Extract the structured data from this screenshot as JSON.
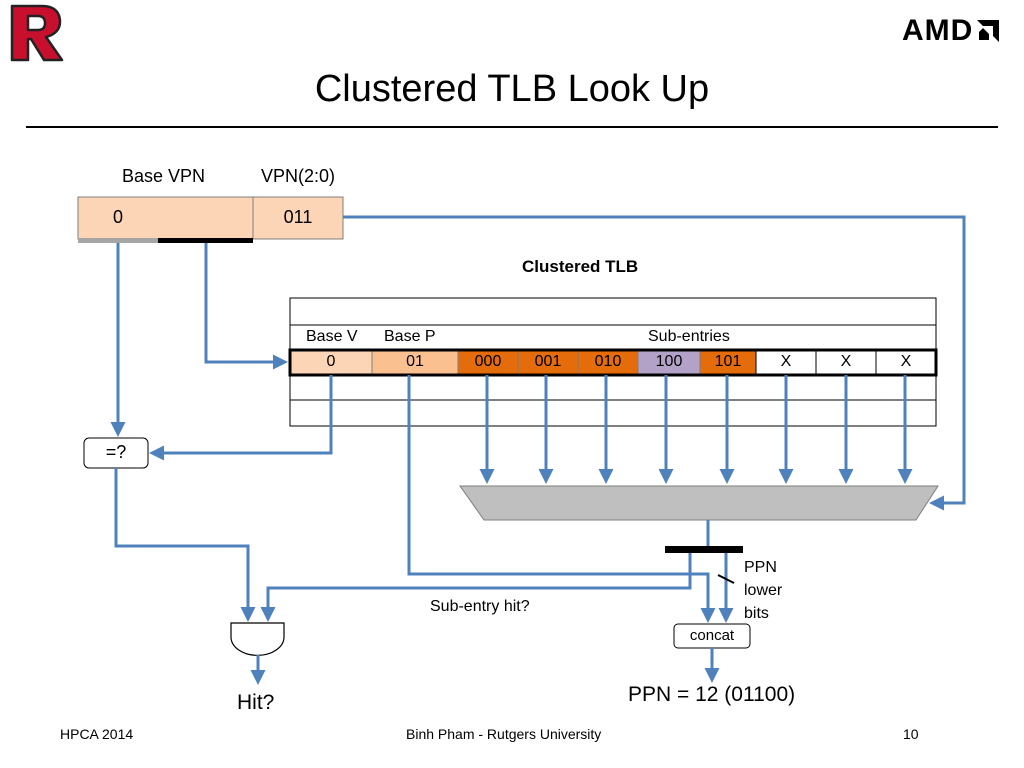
{
  "title": "Clustered TLB Look Up",
  "branding": {
    "university_logo_icon": "rutgers-r-logo-icon",
    "company_logo": "AMD"
  },
  "vpn": {
    "base_label": "Base VPN",
    "low_label": "VPN(2:0)",
    "base_value": "0",
    "low_value": "011"
  },
  "tlb": {
    "title": "Clustered TLB",
    "header": {
      "base_v": "Base V",
      "base_p": "Base P",
      "sub_entries": "Sub-entries"
    },
    "row": {
      "base_v": "0",
      "base_p": "01",
      "sub_entries": [
        "000",
        "001",
        "010",
        "100",
        "101",
        "X",
        "X",
        "X"
      ]
    }
  },
  "compare_label": "=?",
  "subentry_hit_label": "Sub-entry hit?",
  "ppn_lower_bits_label": [
    "PPN",
    "lower",
    "bits"
  ],
  "concat_label": "concat",
  "hit_label": "Hit?",
  "result_label": "PPN = 12 (01100)",
  "footer": {
    "left": "HPCA 2014",
    "center": "Binh Pham - Rutgers University",
    "page": "10"
  },
  "colors": {
    "arrow": "#4f81bd",
    "base_fill": "#fbd5b5",
    "base_p_fill": "#fac090",
    "subentry_fill": "#e46c0a",
    "selected_subentry_fill": "#b3a2c7",
    "mux_fill": "#bfbfbf"
  }
}
